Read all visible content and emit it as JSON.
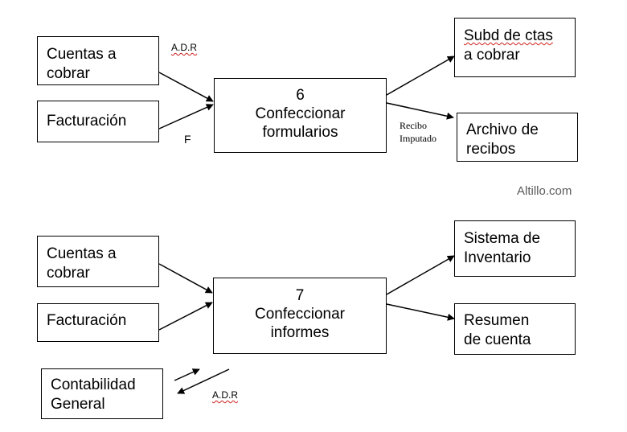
{
  "diagram1": {
    "source_cuentas": [
      "Cuentas a",
      "cobrar"
    ],
    "source_facturacion": "Facturación",
    "process_number": "6",
    "process_name": [
      "Confeccionar",
      "formularios"
    ],
    "dest_subd": [
      "Subd de ctas",
      "a cobrar"
    ],
    "dest_archivo": [
      "Archivo de",
      "recibos"
    ],
    "flow_adr": "A.D.R",
    "flow_f": "F",
    "flow_recibo": [
      "Recibo",
      "Imputado"
    ]
  },
  "watermark": "Altillo.com",
  "diagram2": {
    "source_cuentas": [
      "Cuentas a",
      "cobrar"
    ],
    "source_facturacion": "Facturación",
    "process_number": "7",
    "process_name": [
      "Confeccionar",
      "informes"
    ],
    "dest_sistema": [
      "Sistema de",
      "Inventario"
    ],
    "dest_resumen": [
      "Resumen",
      "de cuenta"
    ],
    "ext_contabilidad": [
      "Contabilidad",
      "General"
    ],
    "flow_adr": "A.D.R"
  }
}
